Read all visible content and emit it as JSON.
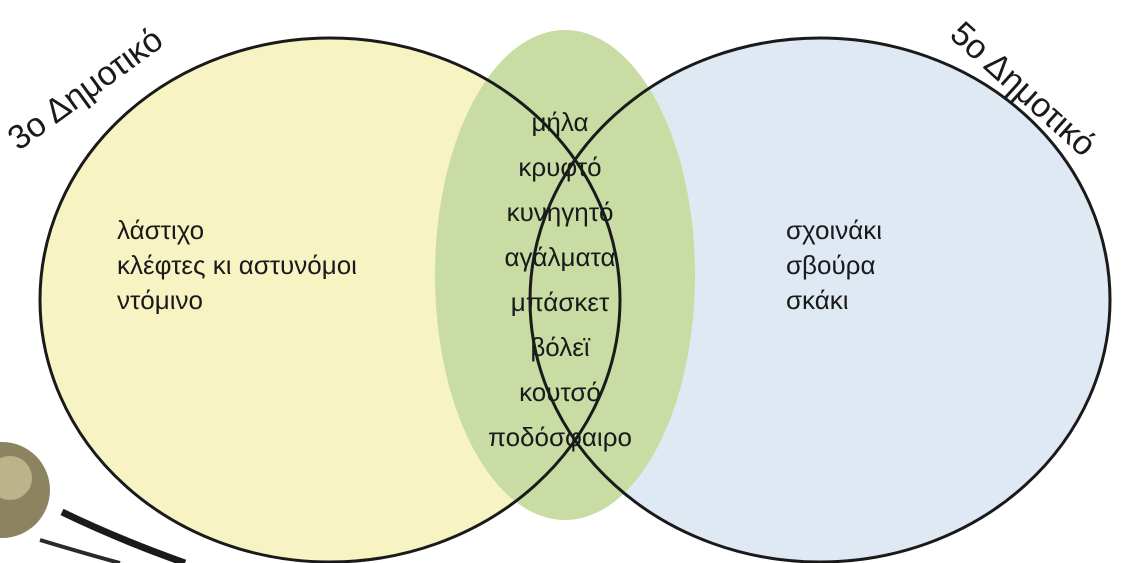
{
  "sets": {
    "left": {
      "label": "3ο Δημοτικό",
      "fill_color": "#f7f3c3",
      "items": [
        "λάστιχο",
        "κλέφτες κι αστυνόμοι",
        "ντόμινο"
      ]
    },
    "right": {
      "label": "5ο Δημοτικό",
      "fill_color": "#dfe9f3",
      "items": [
        "σχοινάκι",
        "σβούρα",
        "σκάκι"
      ]
    },
    "intersection": {
      "fill_color": "#c8dca4",
      "items": [
        "μήλα",
        "κρυφτό",
        "κυνηγητό",
        "αγάλματα",
        "μπάσκετ",
        "βόλεϊ",
        "κουτσό",
        "ποδόσφαιρο"
      ]
    }
  },
  "outline_color": "#1a1a1a"
}
